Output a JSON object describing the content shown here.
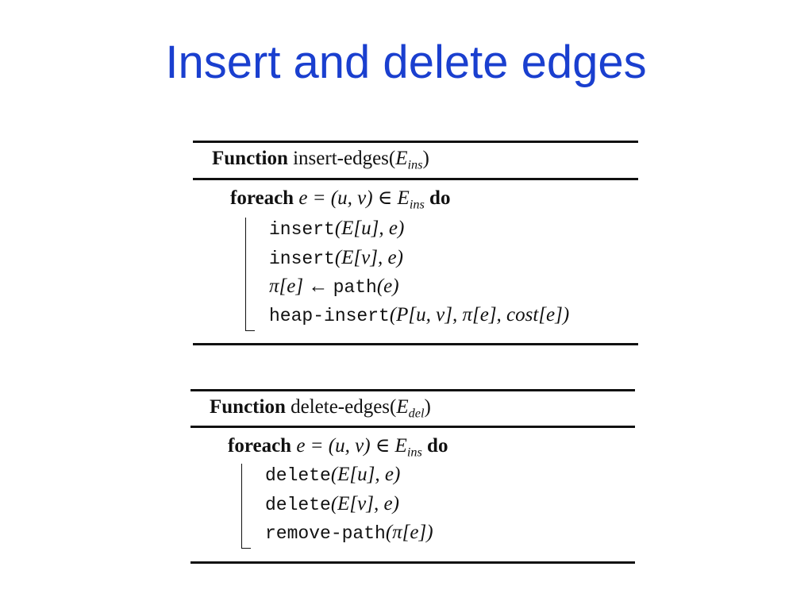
{
  "slide": {
    "title": "Insert and delete edges"
  },
  "insert_algo": {
    "keyword": "Function",
    "name": "insert-edges(",
    "arg_sym": "E",
    "arg_sub": "ins",
    "close": ")",
    "loop": {
      "kw_foreach": "foreach",
      "expr": "e = (u, v) ∈ ",
      "set_sym": "E",
      "set_sub": "ins",
      "kw_do": "do"
    },
    "body": [
      {
        "func": "insert",
        "args": "(E[u], e)"
      },
      {
        "func": "insert",
        "args": "(E[v], e)"
      },
      {
        "pre": "π[e] ← ",
        "func": "path",
        "args": "(e)"
      },
      {
        "func": "heap-insert",
        "args": "(P[u, v], π[e], cost[e])"
      }
    ]
  },
  "delete_algo": {
    "keyword": "Function",
    "name": "delete-edges(",
    "arg_sym": "E",
    "arg_sub": "del",
    "close": ")",
    "loop": {
      "kw_foreach": "foreach",
      "expr": "e = (u, v) ∈ ",
      "set_sym": "E",
      "set_sub": "ins",
      "kw_do": "do"
    },
    "body": [
      {
        "func": "delete",
        "args": "(E[u], e)"
      },
      {
        "func": "delete",
        "args": "(E[v], e)"
      },
      {
        "func": "remove-path",
        "args": "(π[e])"
      }
    ]
  }
}
